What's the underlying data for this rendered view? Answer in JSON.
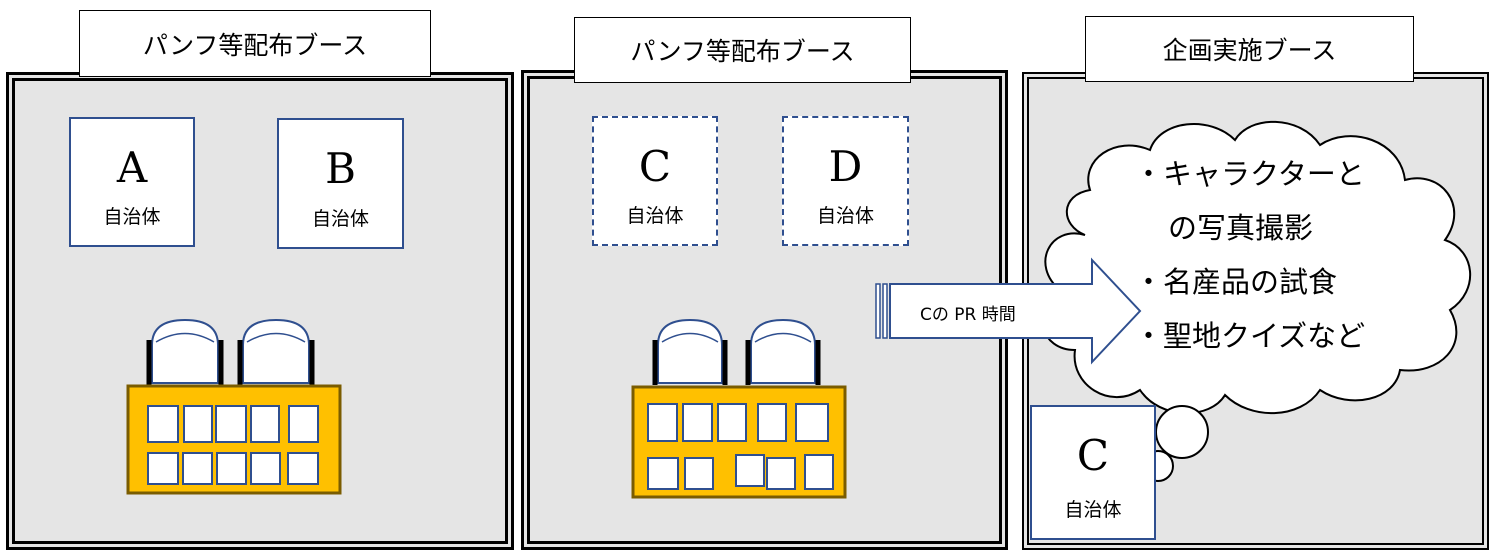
{
  "booths": [
    {
      "title": "パンフ等配布ブース",
      "cards": [
        {
          "letter": "A",
          "sub": "自治体"
        },
        {
          "letter": "B",
          "sub": "自治体"
        }
      ]
    },
    {
      "title": "パンフ等配布ブース",
      "cards": [
        {
          "letter": "C",
          "sub": "自治体"
        },
        {
          "letter": "D",
          "sub": "自治体"
        }
      ]
    },
    {
      "title": "企画実施ブース",
      "cards": [
        {
          "letter": "C",
          "sub": "自治体"
        }
      ]
    }
  ],
  "arrow": {
    "label": "Cの PR 時間"
  },
  "cloud": {
    "lines": [
      "・キャラクターと",
      "の写真撮影",
      "・名産品の試食",
      "・聖地クイズなど"
    ]
  },
  "colors": {
    "booth_fill": "#e5e5e5",
    "desk": "#ffc000",
    "card_border": "#2f4f8f"
  }
}
